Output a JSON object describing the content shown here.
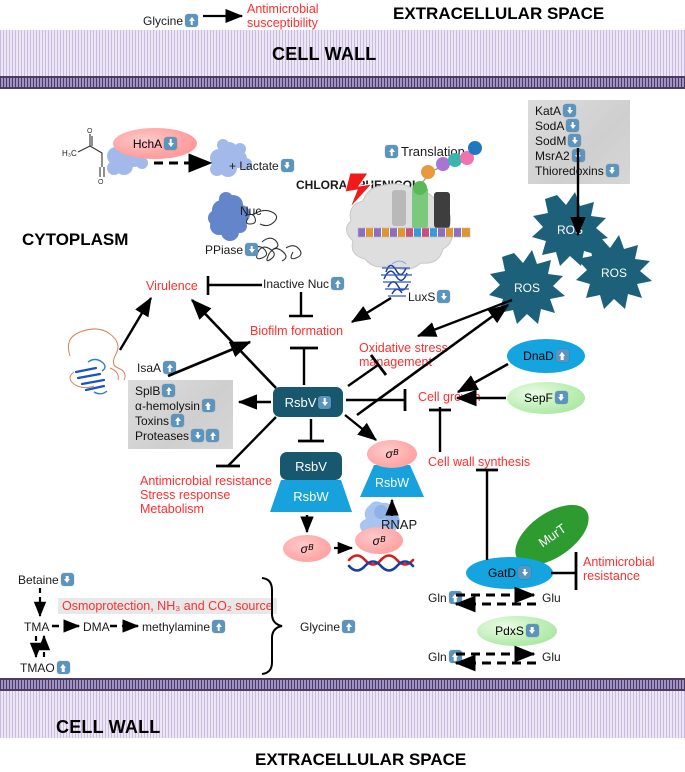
{
  "meta": {
    "colors": {
      "red_text": "#ff2e2e",
      "badge_blue": "#5b95bd",
      "rsbv_dark_teal": "#17586e",
      "rsbw_blue": "#18a2dd",
      "ros_teal": "#1d6079",
      "wall_purple": "#c9bcdf",
      "dnad_blue": "#14a4e0",
      "murt_green": "#2e9b31",
      "sepf_green": "#b7ecae"
    }
  },
  "compartments": {
    "extracellular_top": "EXTRACELLULAR SPACE",
    "cell_wall_top": "CELL WALL",
    "cytoplasm": "CYTOPLASM",
    "cell_wall_bottom": "CELL WALL",
    "extracellular_bottom": "EXTRACELLULAR SPACE"
  },
  "top_pathway": {
    "glycine": "Glycine",
    "glycine_trend": "up",
    "effect": "Antimicrobial susceptibility"
  },
  "hcha_reaction": {
    "substrate_formula": "H₃C",
    "enzyme": "HchA",
    "enzyme_trend": "down",
    "product": "+ Lactate",
    "product_trend": "down"
  },
  "translation": {
    "label": "Translation",
    "trend": "up",
    "drug": "CHLORAMPHENICOL"
  },
  "oxidative_box": {
    "items": [
      {
        "label": "KatA",
        "trend": "down"
      },
      {
        "label": "SodA",
        "trend": "down"
      },
      {
        "label": "SodM",
        "trend": "down"
      },
      {
        "label": "MsrA2",
        "trend": "down"
      },
      {
        "label": "Thioredoxins",
        "trend": "down"
      }
    ]
  },
  "ros": {
    "label_1": "ROS",
    "label_2": "ROS",
    "label_3": "ROS"
  },
  "nuclease": {
    "ppiase": "PPiase",
    "ppiase_trend": "down",
    "nuc": "Nuc",
    "inactive_nuc": "Inactive Nuc",
    "inactive_nuc_trend": "up"
  },
  "luxs": {
    "label": "LuxS",
    "trend": "down"
  },
  "isaa": {
    "label": "IsaA",
    "trend": "up"
  },
  "virulence_box": {
    "items": [
      {
        "label": "SplB",
        "trends": [
          "up"
        ]
      },
      {
        "label": "α-hemolysin",
        "trends": [
          "up"
        ]
      },
      {
        "label": "Toxins",
        "trends": [
          "up"
        ]
      },
      {
        "label": "Proteases",
        "trends": [
          "down",
          "up"
        ]
      }
    ]
  },
  "processes": {
    "virulence": "Virulence",
    "biofilm": "Biofilm formation",
    "oxidative_stress_management_l1": "Oxidative stress",
    "oxidative_stress_management_l2": "management",
    "cell_growth": "Cell growth",
    "cell_wall_synthesis": "Cell wall synthesis",
    "amr_l1": "Antimicrobial resistance",
    "amr_l2": "Stress response",
    "amr_l3": "Metabolism",
    "antimicrobial_resistance_l1": "Antimicrobial",
    "antimicrobial_resistance_l2": "resistance"
  },
  "sigma_cascade": {
    "rsbv_hub": "RsbV",
    "rsbv_hub_trend": "down",
    "rsbv_complex": "RsbV",
    "rsbw_complex": "RsbW",
    "rsbw_sigma": "RsbW",
    "sigma_on_rsbw": "σᴮ",
    "sigma_free": "σᴮ",
    "sigma_rnap": "σᴮ",
    "rnap": "RNAP"
  },
  "division": {
    "dnad": "DnaD",
    "dnad_trend": "up",
    "sepf": "SepF",
    "sepf_trend": "down"
  },
  "amidation": {
    "murt": "MurT",
    "gatd": "GatD",
    "gatd_trend": "down",
    "gln_1": "Gln",
    "gln_1_trend": "up",
    "glu_1": "Glu",
    "pdxs": "PdxS",
    "pdxs_trend": "down",
    "gln_2": "Gln",
    "gln_2_trend": "up",
    "glu_2": "Glu"
  },
  "osmolyte_pathway": {
    "betaine": "Betaine",
    "betaine_trend": "down",
    "tma": "TMA",
    "dma": "DMA",
    "methylamine": "methylamine",
    "methylamine_trend": "up",
    "tmao": "TMAO",
    "tmao_trend": "up",
    "annotation": "Osmoprotection, NH₃ and CO₂ source",
    "glycine": "Glycine",
    "glycine_trend": "up"
  }
}
